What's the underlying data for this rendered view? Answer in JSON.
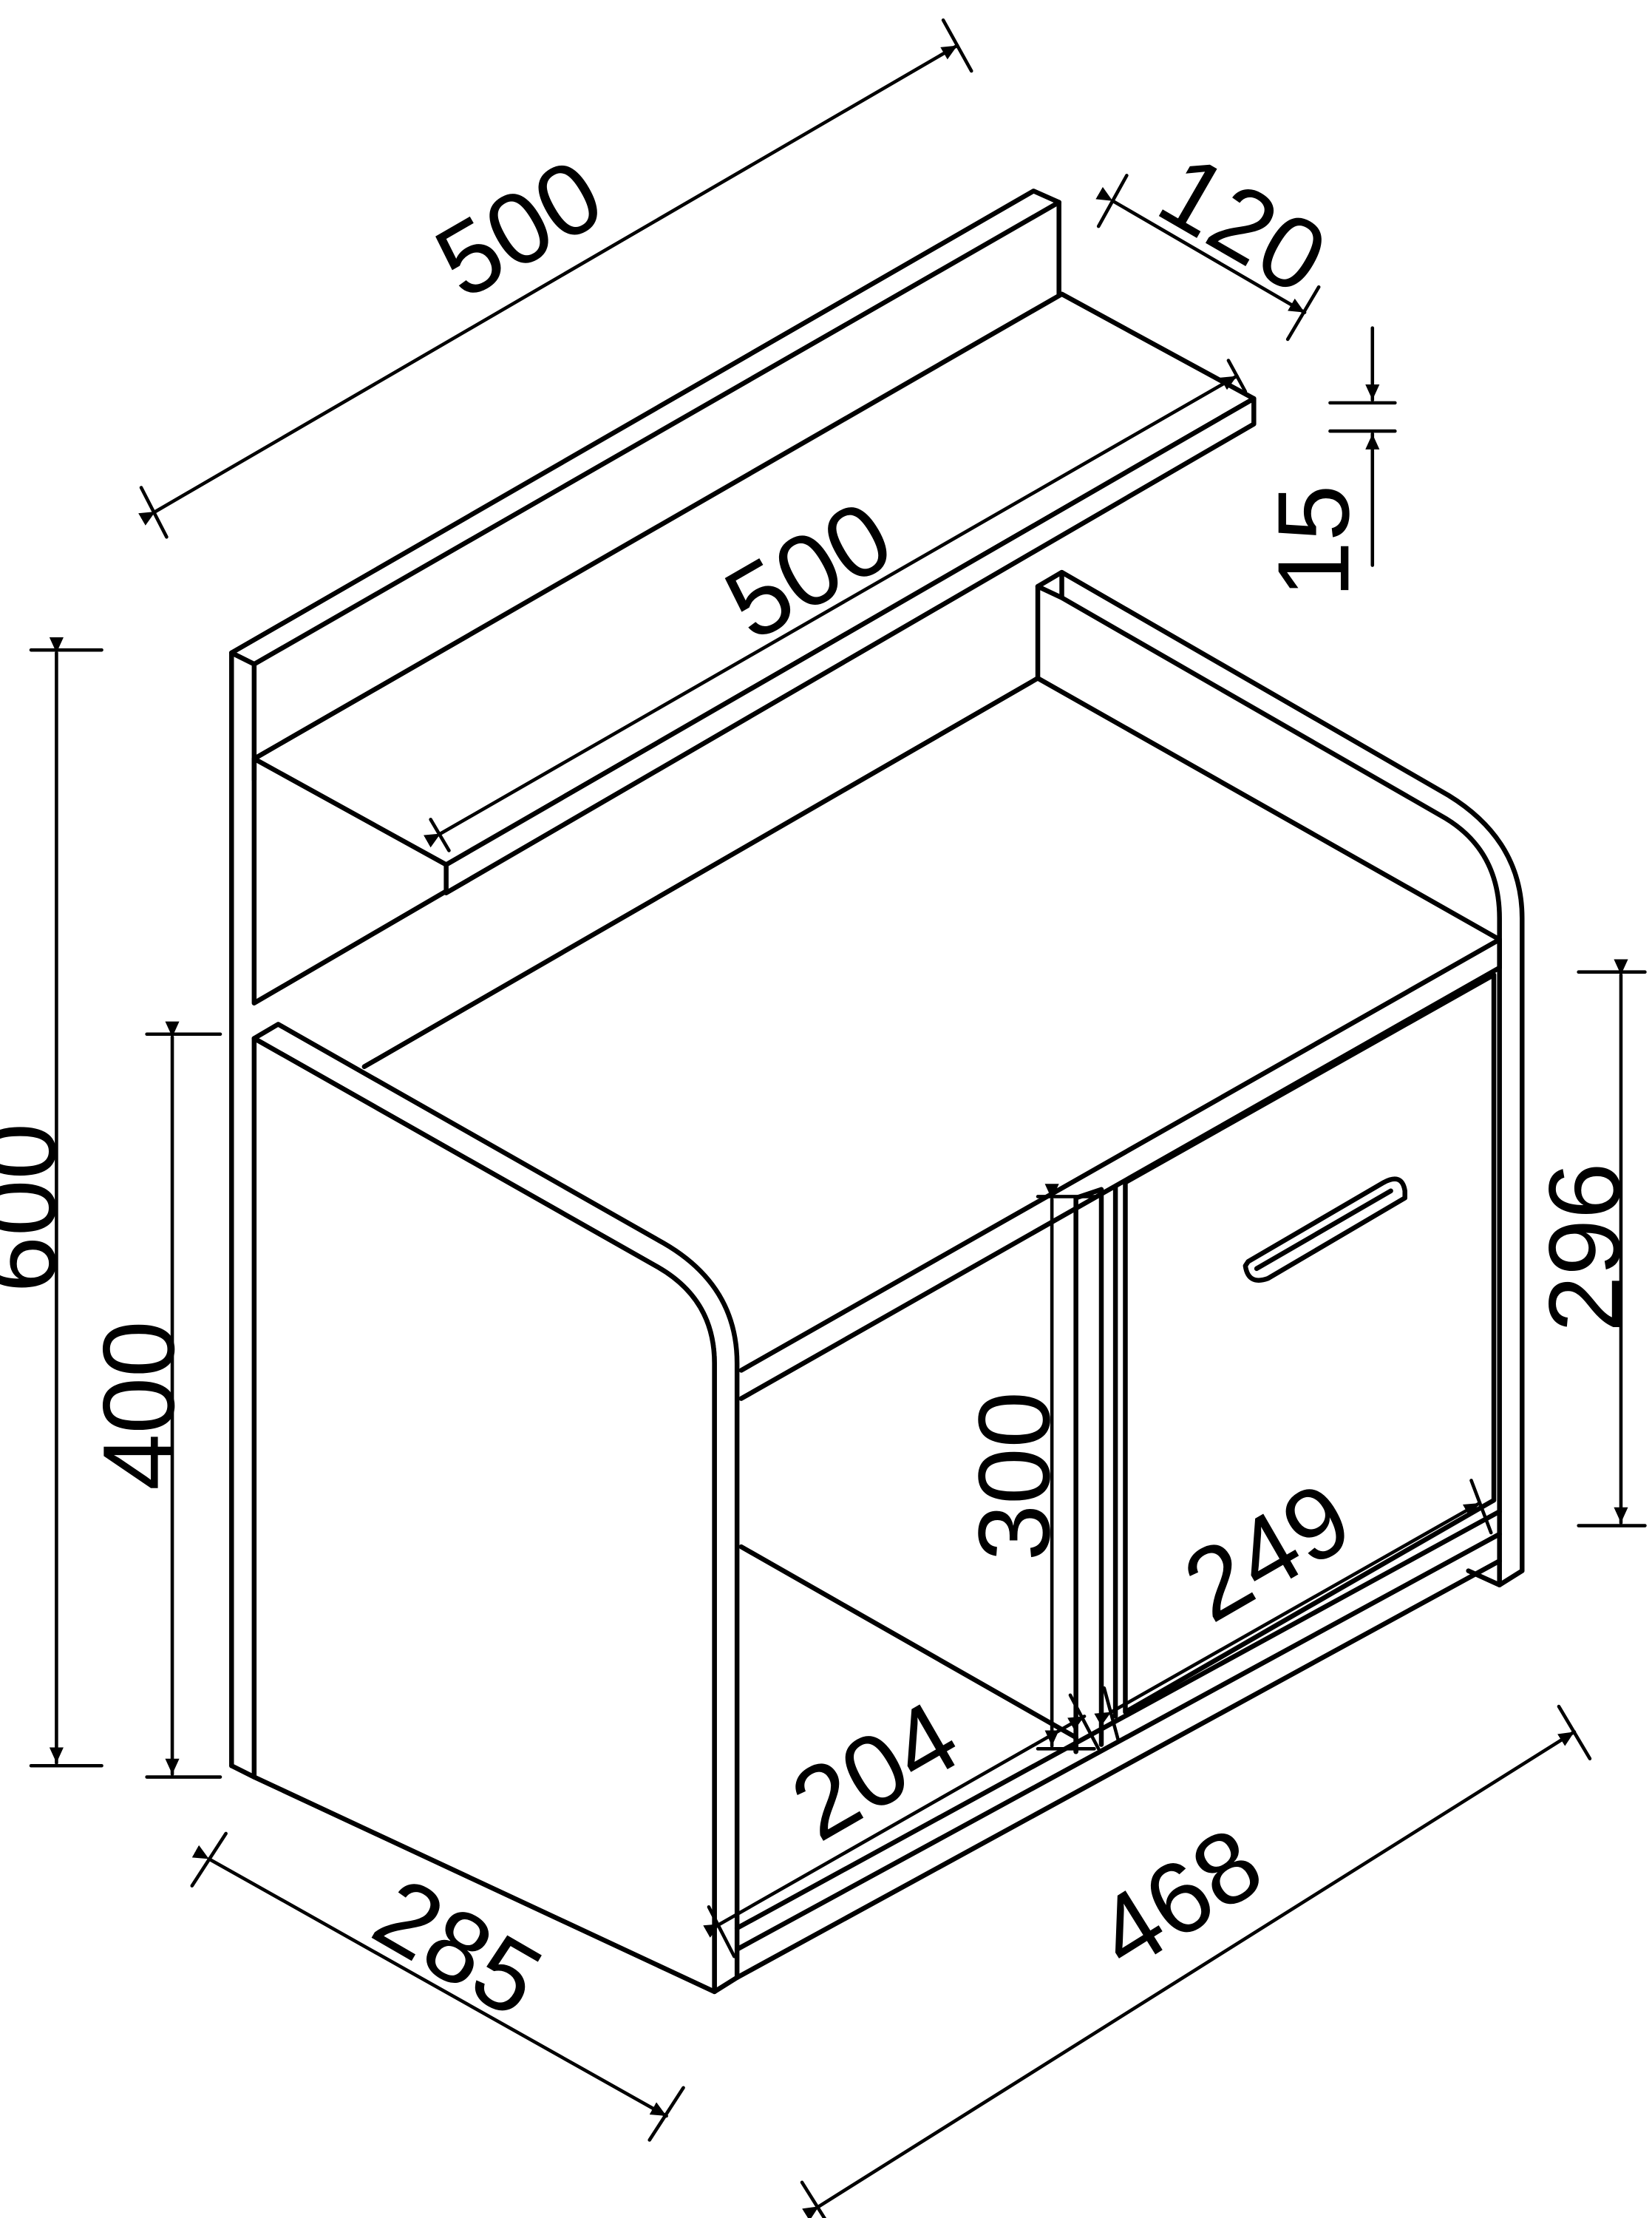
{
  "dimensions": {
    "back_panel_width": "500",
    "shelf_width": "500",
    "shelf_depth": "120",
    "shelf_thickness": "15",
    "total_height": "600",
    "side_height": "400",
    "compartment_height": "300",
    "door_height": "296",
    "door_width": "249",
    "compartment_width": "204",
    "depth": "285",
    "width": "468"
  },
  "colors": {
    "line": "#000000",
    "background": "#ffffff"
  }
}
